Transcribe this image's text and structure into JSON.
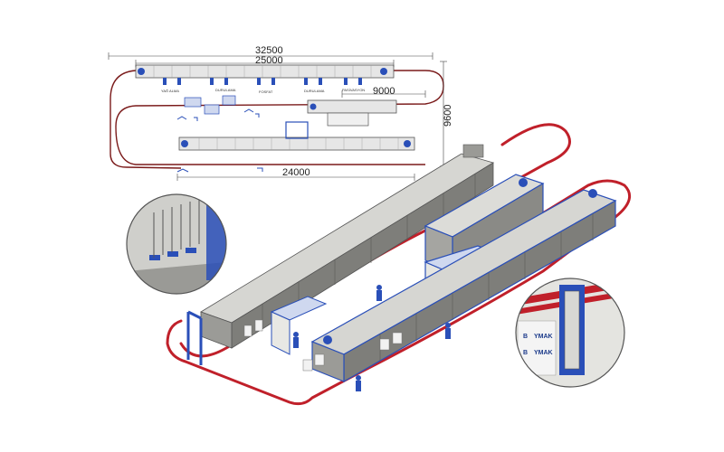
{
  "plan_view": {
    "dimensions": {
      "overall_length": "32500",
      "pretreatment_length": "25000",
      "oven_offset": "9000",
      "total_width": "9600",
      "lower_oven_length": "24000"
    },
    "stations": [
      "YAĞ ALMA",
      "DURULAMA",
      "FOSFAT",
      "DURULAMA",
      "PASİVASYON"
    ]
  },
  "detail_right": {
    "brand_lines": [
      "B",
      "YMAK",
      "B",
      "YMAK"
    ]
  },
  "colors": {
    "conveyor": "#c0202a",
    "frame_blue": "#2a4fb8",
    "panel_grey": "#8a8a86",
    "panel_light": "#d8d8d4",
    "outline": "#555555"
  }
}
